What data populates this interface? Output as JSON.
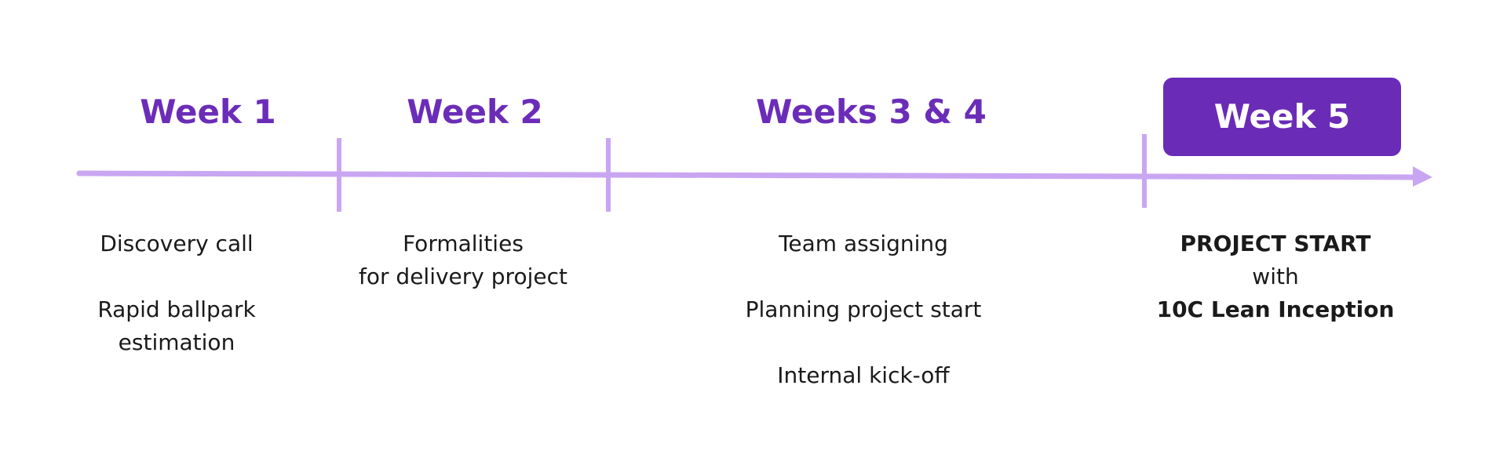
{
  "timeline": {
    "colors": {
      "accent": "#6b2db8",
      "line": "#c9a6f2",
      "highlight_bg": "#6a2bb7",
      "text": "#1a1a1a"
    },
    "weeks": [
      {
        "label": "Week 1",
        "items": [
          "Discovery call",
          "",
          "Rapid ballpark",
          "estimation"
        ]
      },
      {
        "label": "Week 2",
        "items": [
          "Formalities",
          "for delivery project"
        ]
      },
      {
        "label": "Weeks 3 & 4",
        "items": [
          "Team assigning",
          "",
          "Planning project start",
          "",
          "Internal kick-off"
        ]
      },
      {
        "label": "Week 5",
        "highlighted": true,
        "items": [
          "PROJECT START",
          "with",
          "10C Lean Inception"
        ]
      }
    ]
  }
}
